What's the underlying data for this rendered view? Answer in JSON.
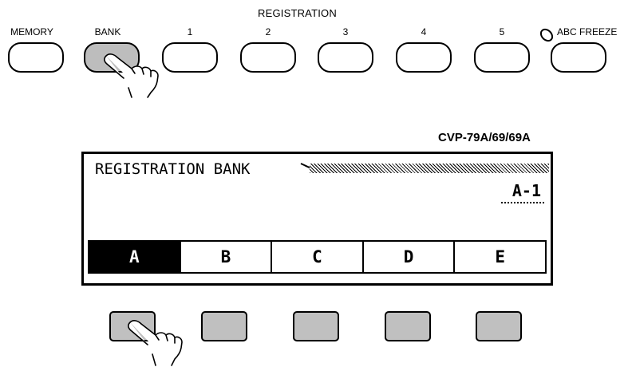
{
  "panel": {
    "title": "REGISTRATION",
    "buttons": [
      {
        "label": "MEMORY",
        "pressed": false
      },
      {
        "label": "BANK",
        "pressed": true
      },
      {
        "label": "1",
        "pressed": false
      },
      {
        "label": "2",
        "pressed": false
      },
      {
        "label": "3",
        "pressed": false
      },
      {
        "label": "4",
        "pressed": false
      },
      {
        "label": "5",
        "pressed": false
      },
      {
        "label": "ABC FREEZE",
        "pressed": false
      }
    ]
  },
  "model": "CVP-79A/69/69A",
  "display": {
    "title": "REGISTRATION BANK",
    "value": "A-1",
    "tabs": [
      "A",
      "B",
      "C",
      "D",
      "E"
    ],
    "active_tab": "A"
  },
  "colors": {
    "pressed": "#bdbdbd",
    "button_gray": "#c0c0c0",
    "active_tab": "#000000"
  },
  "icons": [
    "hand-pointer-icon",
    "led-indicator-icon"
  ]
}
